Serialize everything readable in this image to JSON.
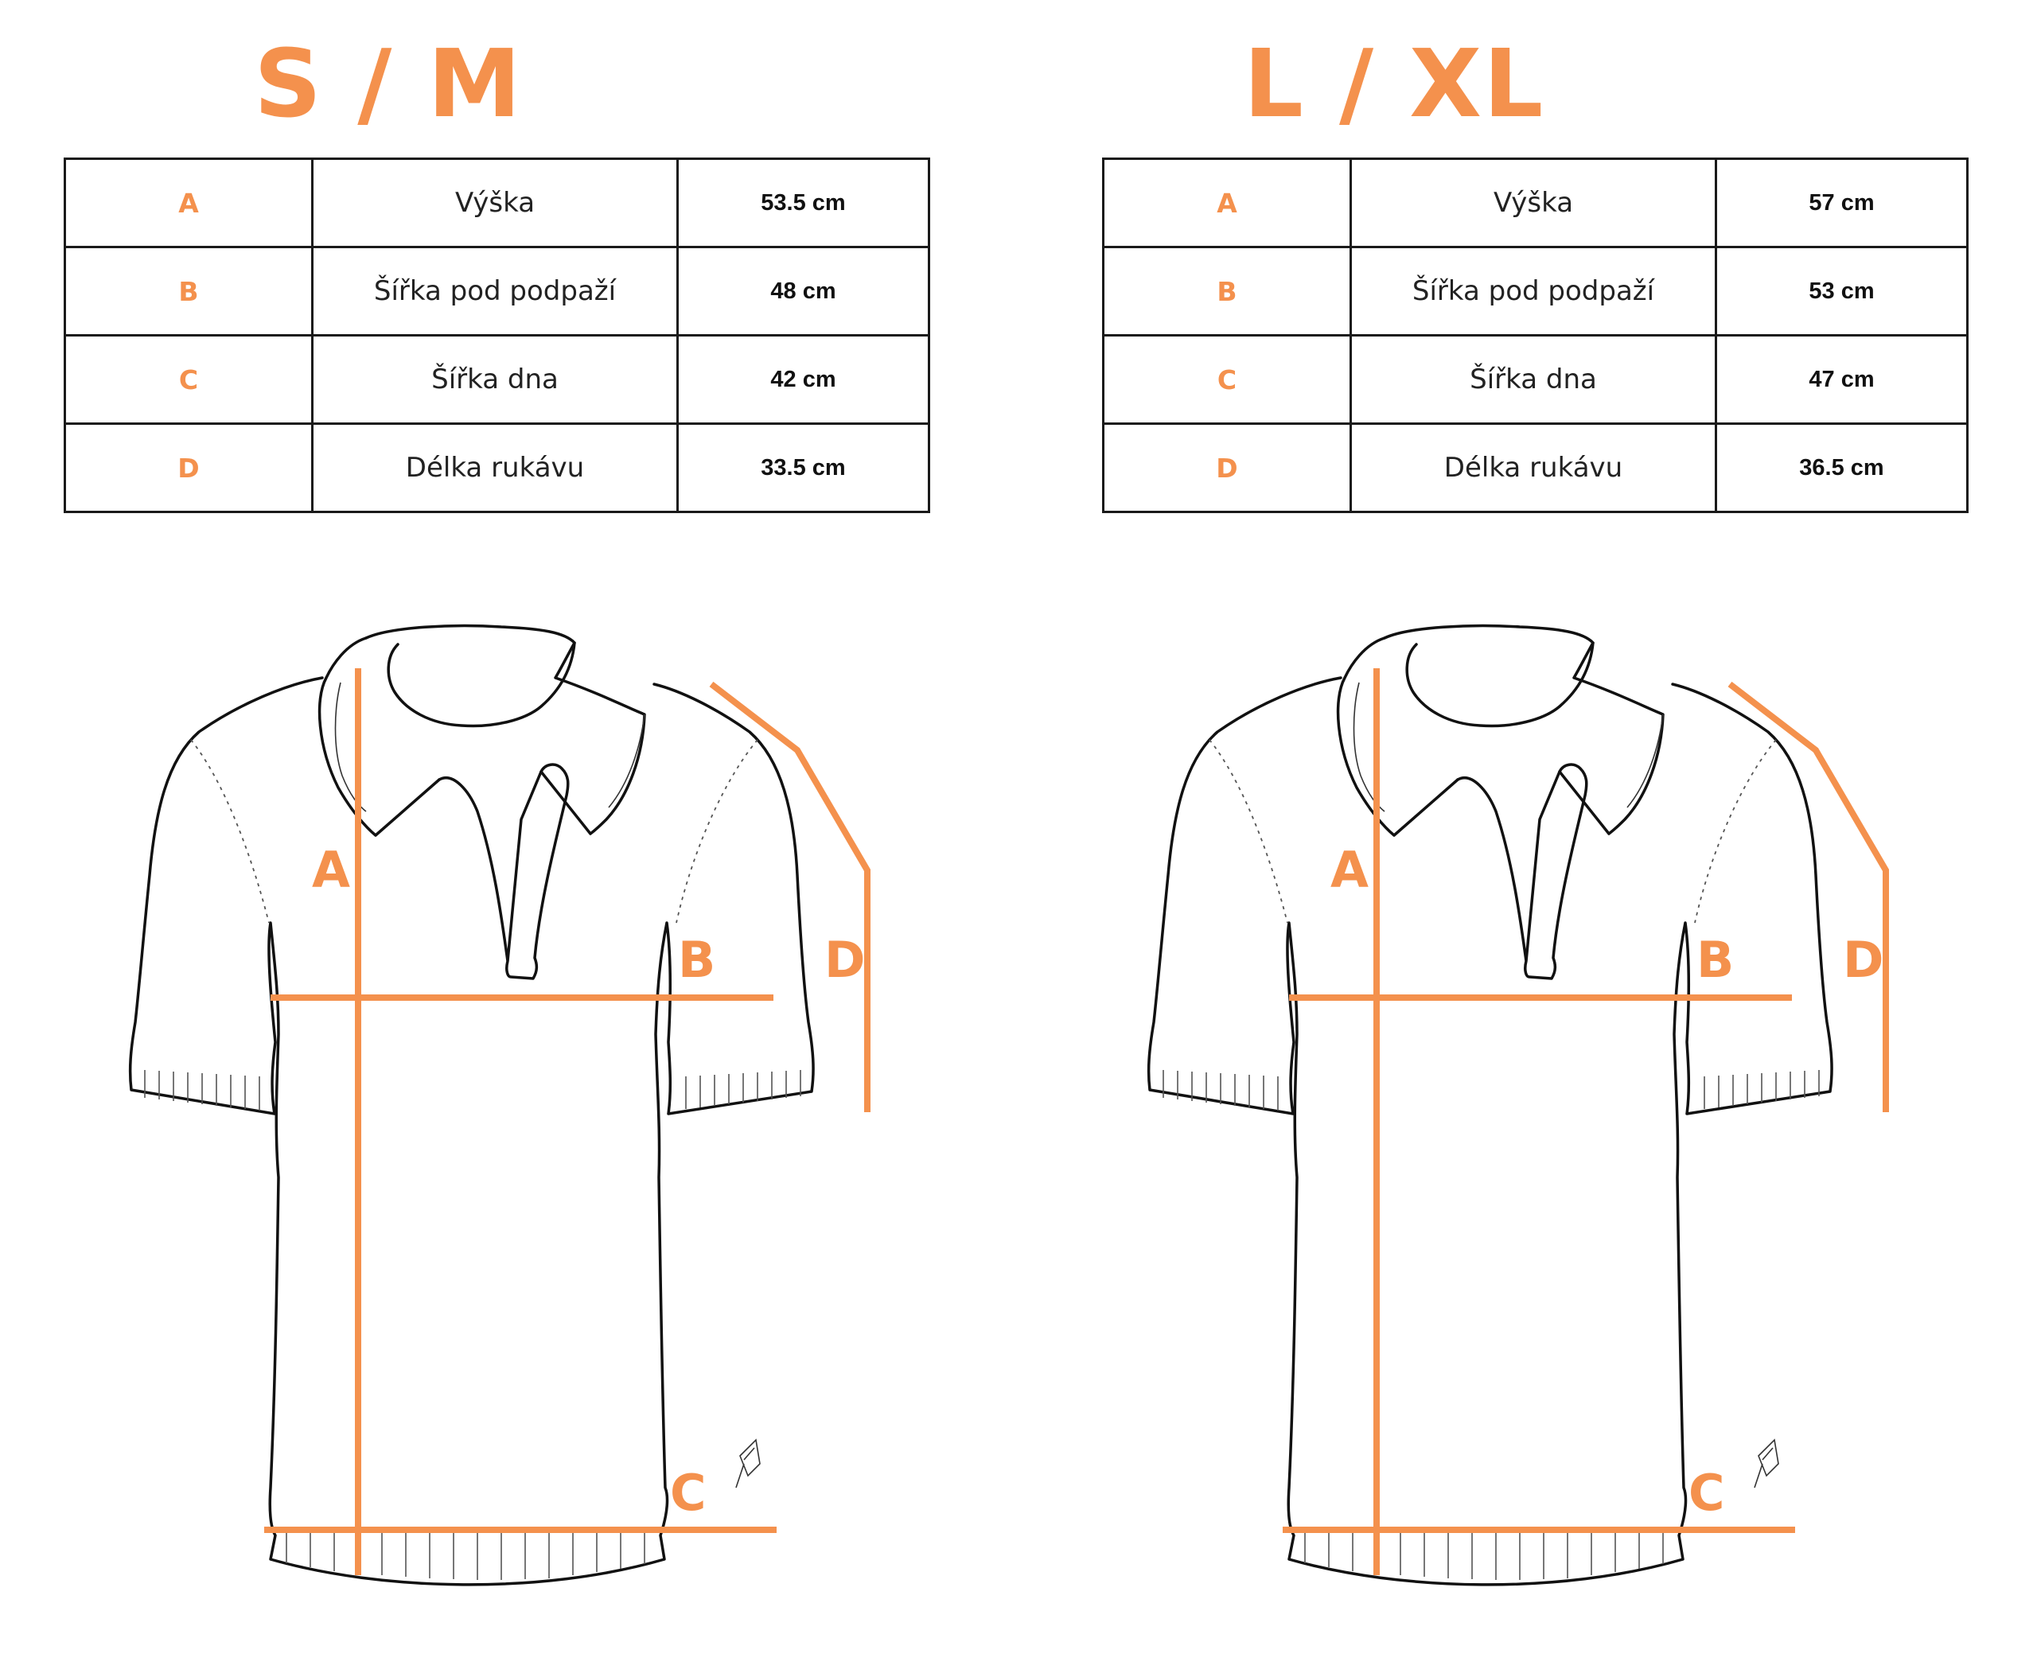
{
  "panels": [
    {
      "title": "S / M",
      "rows": [
        {
          "letter": "A",
          "label": "Výška",
          "value": "53.5 cm"
        },
        {
          "letter": "B",
          "label": "Šířka pod podpaží",
          "value": "48 cm"
        },
        {
          "letter": "C",
          "label": "Šířka dna",
          "value": "42 cm"
        },
        {
          "letter": "D",
          "label": "Délka rukávu",
          "value": "33.5 cm"
        }
      ],
      "diagram_labels": {
        "a": "A",
        "b": "B",
        "c": "C",
        "d": "D"
      }
    },
    {
      "title": "L / XL",
      "rows": [
        {
          "letter": "A",
          "label": "Výška",
          "value": "57 cm"
        },
        {
          "letter": "B",
          "label": "Šířka pod podpaží",
          "value": "53 cm"
        },
        {
          "letter": "C",
          "label": "Šířka dna",
          "value": "47 cm"
        },
        {
          "letter": "D",
          "label": "Délka rukávu",
          "value": "36.5 cm"
        }
      ],
      "diagram_labels": {
        "a": "A",
        "b": "B",
        "c": "C",
        "d": "D"
      }
    }
  ],
  "colors": {
    "accent": "#F4914D",
    "line": "#111111",
    "background": "#FFFFFF"
  },
  "icons": {
    "shirt": "polo-shirt-diagram-icon",
    "logo": "brand-logo-icon"
  }
}
